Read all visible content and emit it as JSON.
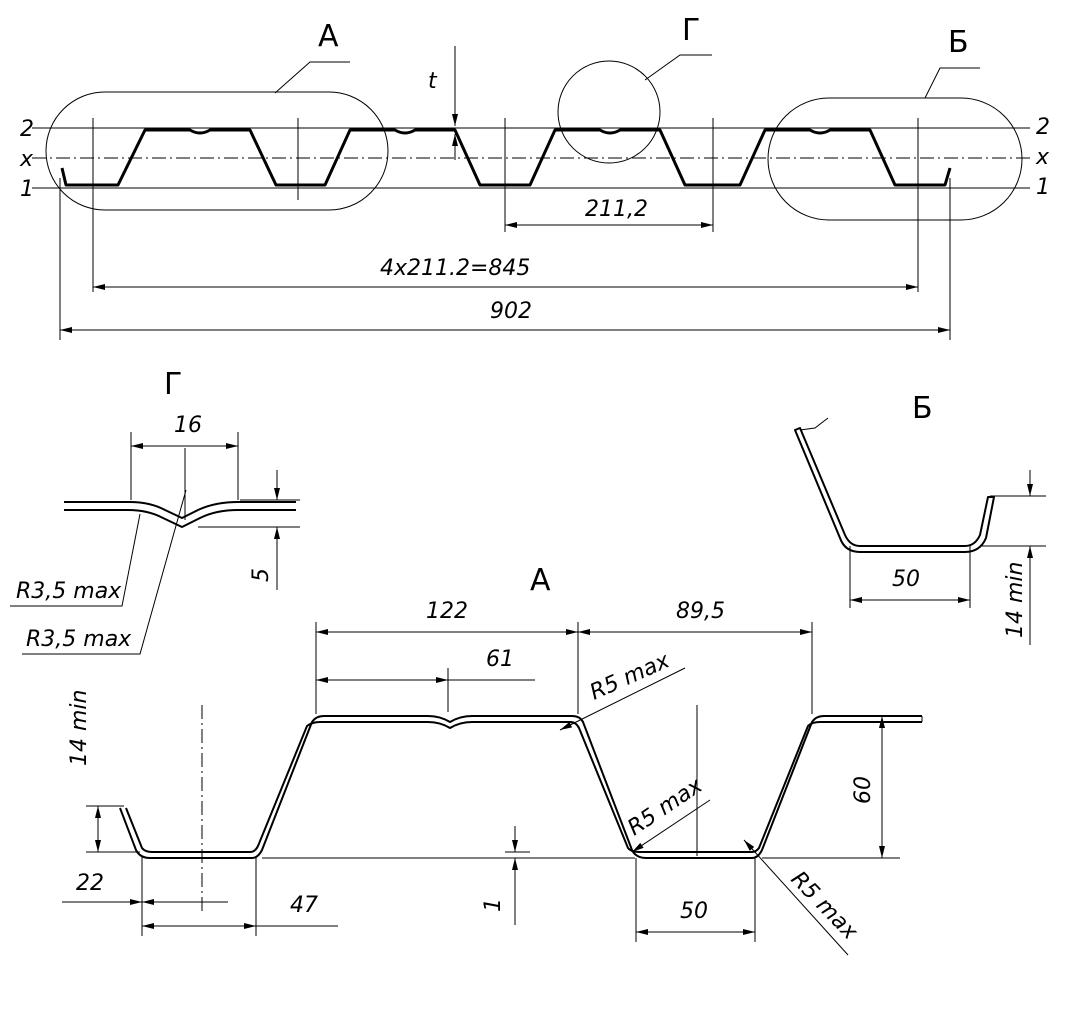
{
  "views": {
    "A": "А",
    "B": "Б",
    "G": "Г"
  },
  "axes": {
    "line_2": "2",
    "line_x": "x",
    "line_1": "1",
    "thickness": "t"
  },
  "top_view": {
    "pitch": "211,2",
    "total_pitch": "4x211.2=845",
    "width": "902"
  },
  "detail_g": {
    "width": "16",
    "depth": "5",
    "radius_1": "R3,5 max",
    "radius_2": "R3,5 max"
  },
  "detail_b": {
    "bottom": "50",
    "edge": "14 min"
  },
  "detail_a": {
    "top_width": "122",
    "half_top": "61",
    "next_span": "89,5",
    "radius_top": "R5  max",
    "radius_mid": "R5  max",
    "radius_bottom": "R5  max",
    "edge": "14 min",
    "height": "60",
    "edge_offset": "22",
    "bottom_width": "47",
    "thickness": "1",
    "bottom": "50"
  }
}
